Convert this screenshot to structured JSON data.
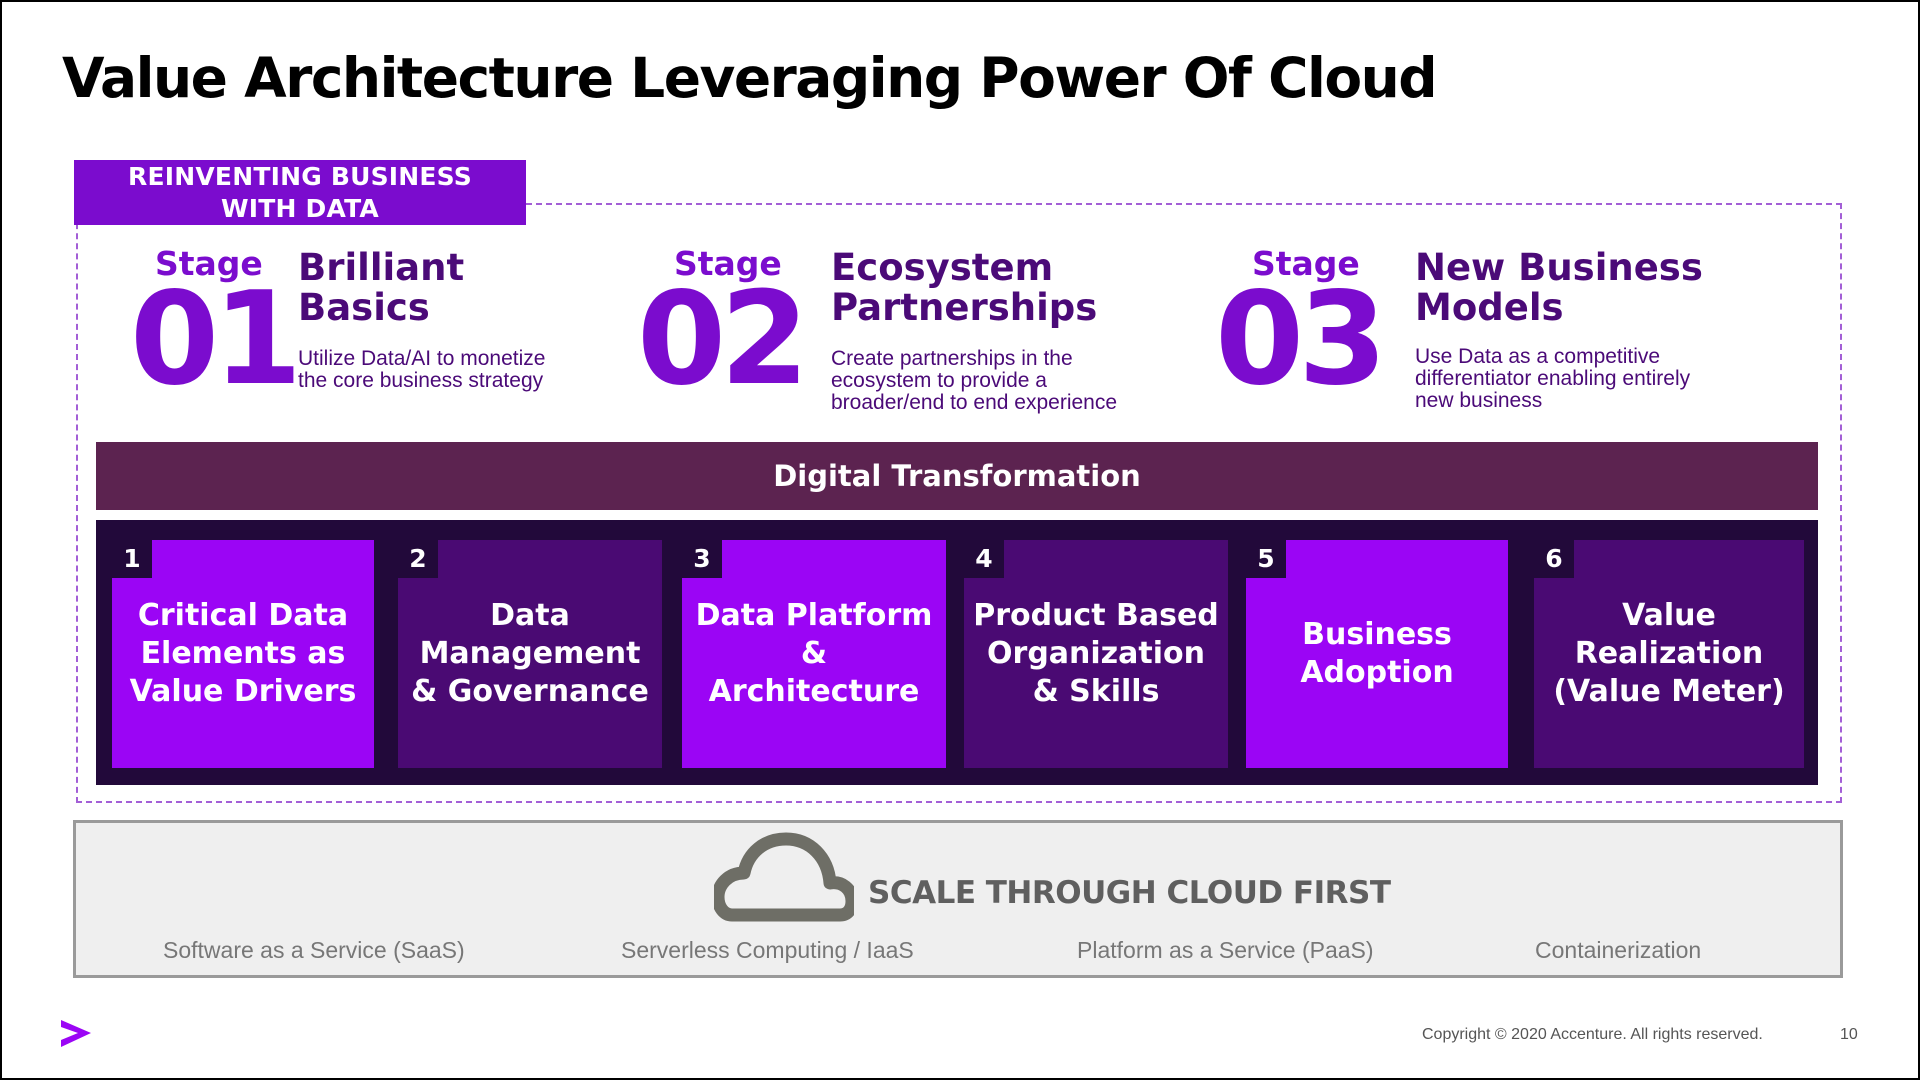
{
  "slide": {
    "title": "Value Architecture Leveraging Power Of Cloud",
    "tag": {
      "line1": "REINVENTING BUSINESS",
      "line2": "WITH DATA"
    },
    "stages": [
      {
        "word": "Stage",
        "number": "01",
        "title_line1": "Brilliant",
        "title_line2": "Basics",
        "desc_line1": "Utilize Data/AI to monetize",
        "desc_line2": "the core business strategy",
        "desc_line3": ""
      },
      {
        "word": "Stage",
        "number": "02",
        "title_line1": "Ecosystem",
        "title_line2": "Partnerships",
        "desc_line1": "Create partnerships in the",
        "desc_line2": "ecosystem to provide a",
        "desc_line3": "broader/end to end experience"
      },
      {
        "word": "Stage",
        "number": "03",
        "title_line1": "New Business",
        "title_line2": "Models",
        "desc_line1": "Use Data as a competitive",
        "desc_line2": "differentiator enabling entirely",
        "desc_line3": "new business"
      }
    ],
    "banner": "Digital Transformation",
    "pillars": [
      {
        "num": "1",
        "text": "Critical Data\nElements as\nValue Drivers"
      },
      {
        "num": "2",
        "text": "Data\nManagement\n& Governance"
      },
      {
        "num": "3",
        "text": "Data Platform\n&\nArchitecture"
      },
      {
        "num": "4",
        "text": "Product Based\nOrganization\n& Skills"
      },
      {
        "num": "5",
        "text": "Business\nAdoption"
      },
      {
        "num": "6",
        "text": "Value\nRealization\n(Value Meter)"
      }
    ],
    "cloud": {
      "icon": "cloud-icon",
      "heading": "SCALE THROUGH CLOUD FIRST",
      "services": [
        "Software as a Service  (SaaS)",
        "Serverless  Computing / IaaS",
        "Platform as a Service (PaaS)",
        "Containerization"
      ]
    },
    "footer": {
      "logo_icon": "greater-than-logo",
      "copyright": "Copyright © 2020 Accenture. All rights reserved.",
      "page": "10"
    },
    "colors": {
      "purple": "#7b0cce",
      "bright_purple": "#9b05f5",
      "dark_purple": "#4a0a73",
      "banner": "#5c2350",
      "navy": "#22093a"
    }
  }
}
